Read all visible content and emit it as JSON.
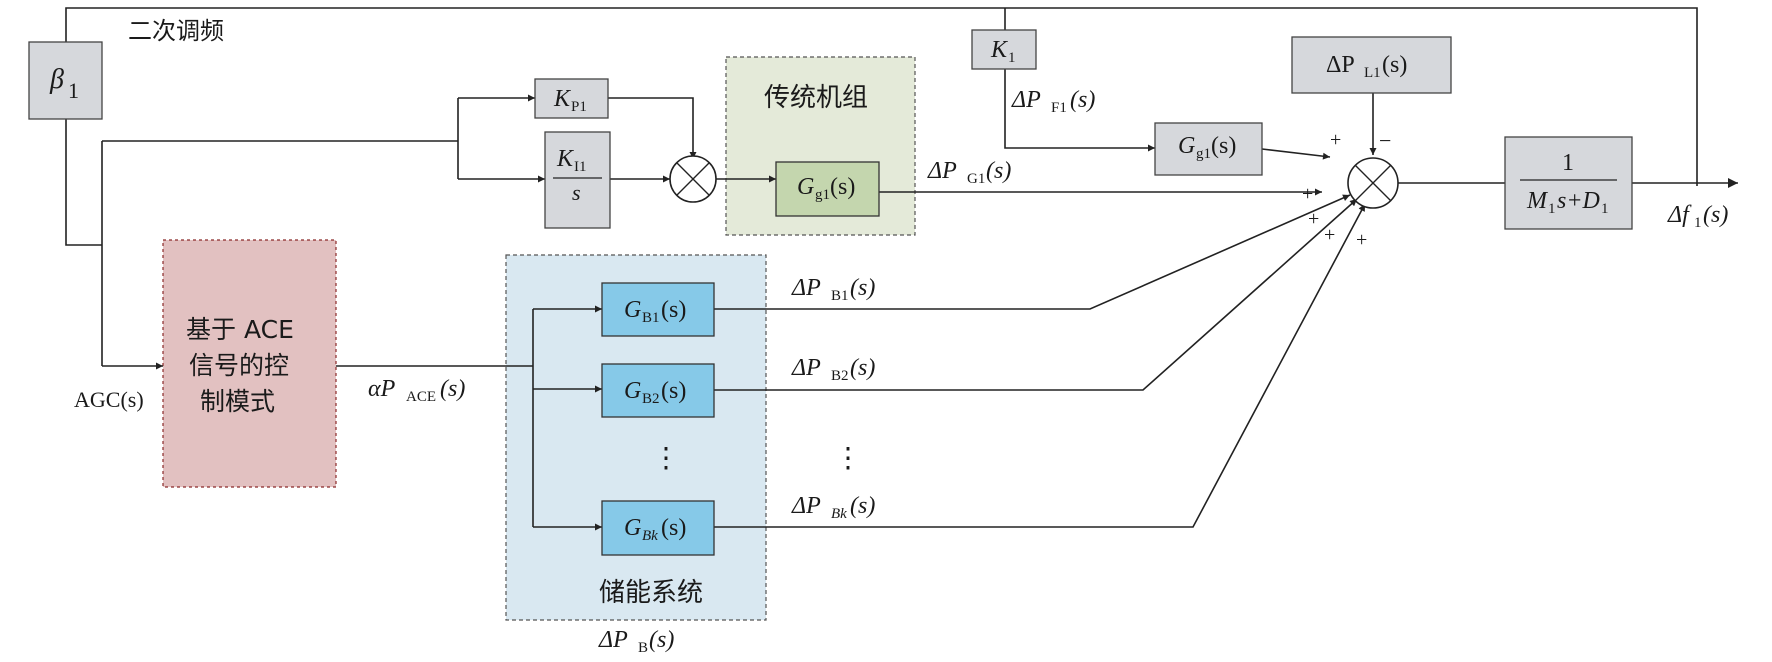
{
  "colors": {
    "secondary_label": "#c8353c",
    "conventional_region": "#e4ead9",
    "conventional_label": "#2fa84a",
    "storage_region": "#d9e8f1",
    "storage_label": "#2aa7d4",
    "ace_region": "#e2c1c1",
    "block_gray": "#d6d8dc",
    "block_blue": "#86c9e8",
    "block_green": "#c4d6ae"
  },
  "labels": {
    "secondary_freq": "二次调频",
    "beta": "β",
    "beta_sub": "1",
    "kp_main": "K",
    "kp_sub": "P1",
    "ki_main": "K",
    "ki_sub": "I1",
    "ki_den": "s",
    "conventional_unit": "传统机组",
    "gg1_main": "G",
    "gg1_sub": "g1",
    "gg1_arg": "(s)",
    "k1_main": "K",
    "k1_sub": "1",
    "dpf1_main": "ΔP",
    "dpf1_sub": "F1",
    "dpf1_arg": "(s)",
    "gg1b_main": "G",
    "gg1b_sub": "g1",
    "gg1b_arg": "(s)",
    "dpl1_main": "ΔP",
    "dpl1_sub": "L1",
    "dpl1_arg": "(s)",
    "dpg1_main": "ΔP",
    "dpg1_sub": "G1",
    "dpg1_arg": "(s)",
    "tf_num": "1",
    "tf_den_m": "M",
    "tf_den_msub": "1",
    "tf_den_s": "s+D",
    "tf_den_dsub": "1",
    "df1_main": "Δf",
    "df1_sub": "1",
    "df1_arg": "(s)",
    "ace_line1": "基于 ACE",
    "ace_line2": "信号的控",
    "ace_line3": "制模式",
    "agc": "AGC(s)",
    "apace_main": "αP",
    "apace_sub": "ACE",
    "apace_arg": "(s)",
    "gb1_main": "G",
    "gb1_sub": "B1",
    "gb1_arg": "(s)",
    "gb2_main": "G",
    "gb2_sub": "B2",
    "gb2_arg": "(s)",
    "gbk_main": "G",
    "gbk_sub": "Bk",
    "gbk_arg": "(s)",
    "dpb1_main": "ΔP",
    "dpb1_sub": "B1",
    "dpb1_arg": "(s)",
    "dpb2_main": "ΔP",
    "dpb2_sub": "B2",
    "dpb2_arg": "(s)",
    "dpbk_main": "ΔP",
    "dpbk_sub": "Bk",
    "dpbk_arg": "(s)",
    "vdots": "⋮",
    "storage_system": "储能系统",
    "dpb_main": "ΔP",
    "dpb_sub": "B",
    "dpb_arg": "(s)",
    "plus": "+",
    "minus": "−"
  }
}
